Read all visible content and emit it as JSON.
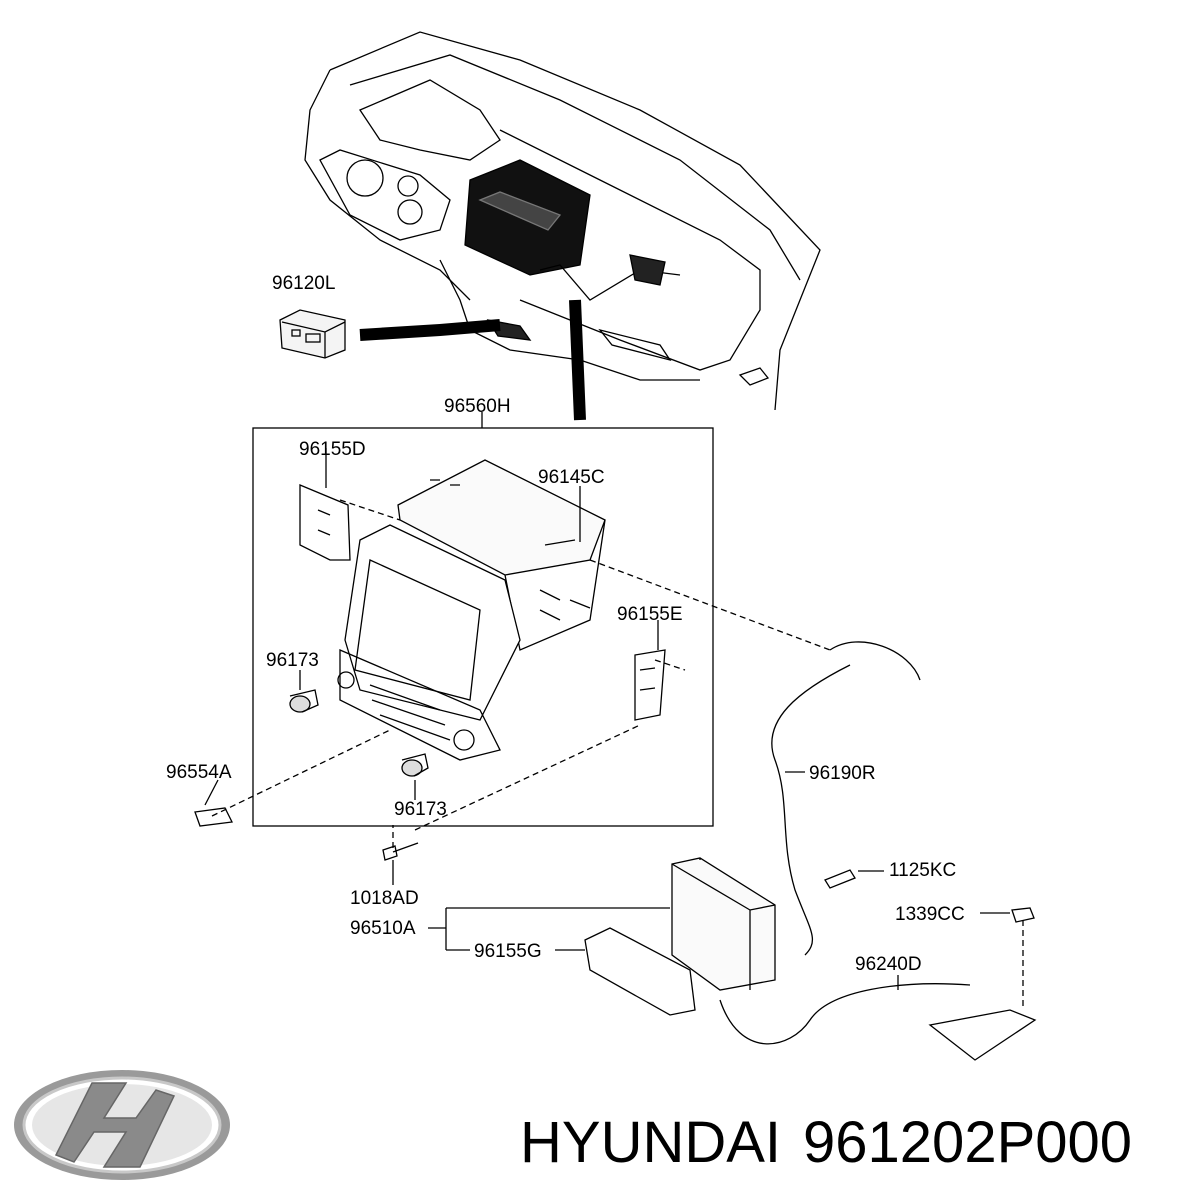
{
  "labels": {
    "p96120L": "96120L",
    "p96560H": "96560H",
    "p96155D": "96155D",
    "p96145C": "96145C",
    "p96155E": "96155E",
    "p96173_a": "96173",
    "p96173_b": "96173",
    "p96554A": "96554A",
    "p96190R": "96190R",
    "p1018AD": "1018AD",
    "p96510A": "96510A",
    "p96155G": "96155G",
    "p1125KC": "1125KC",
    "p1339CC": "1339CC",
    "p96240D": "96240D"
  },
  "footer": {
    "brand": "HYUNDAI",
    "part_number": "961202P000"
  },
  "logo": {
    "name": "hyundai-logo",
    "color": "#8a8a8a"
  }
}
